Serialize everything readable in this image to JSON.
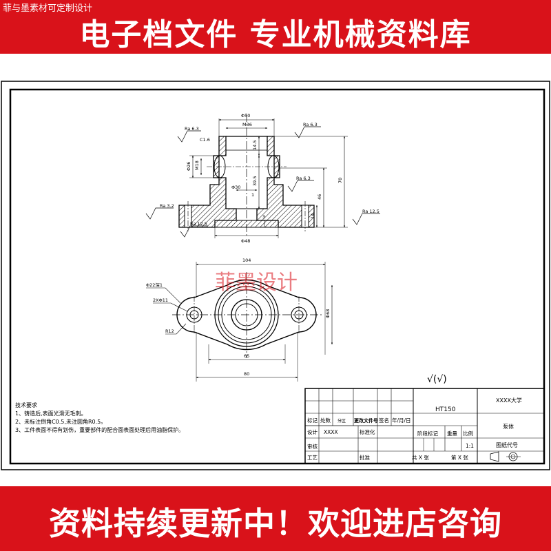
{
  "top_banner": {
    "watermark": "菲与墨素材可定制设计",
    "title": "电子档文件  专业机械资料库"
  },
  "bottom_banner": {
    "title": "资料持续更新中！欢迎进店咨询"
  },
  "drawing": {
    "overlay_watermark": "菲墨设计",
    "roughness_symbol": "√(√)",
    "section_view": {
      "dims": {
        "phi50": "Φ50",
        "m36": "M36",
        "c16": "C1.6",
        "d145": "14.5",
        "phi26": "Φ26",
        "m18": "M18",
        "phi30": "Φ30",
        "d395": "39.5",
        "d1": "1",
        "d70": "70",
        "d46": "46",
        "d14": "14",
        "d3": "3",
        "phi48": "Φ48"
      },
      "roughness": {
        "ra63_left": "Ra 6.3",
        "ra63_right": "Ra 6.3",
        "ra63_mid": "Ra 6.3",
        "ra32": "Ra 3.2",
        "ra125_left": "Ra 12.5",
        "ra125_right": "Ra 12.5"
      }
    },
    "top_view": {
      "dims": {
        "d104": "104",
        "phi22": "Φ22深1",
        "holes": "2XΦ11",
        "r12": "R12",
        "phi68": "Φ68",
        "d65": "65",
        "d80": "80"
      }
    },
    "tech_requirements": {
      "title": "技术要求",
      "items": [
        "1、铸造后,表面光滑无毛刺。",
        "2、未标注倒角C0.5,未注圆角R0.5。",
        "3、工件表面不得有划伤，重要部件的配合面表面处理后用油脂保护。"
      ]
    },
    "title_block": {
      "material": "HT150",
      "school": "XXXX大学",
      "part_name": "泵体",
      "drawing_no": "图纸代号",
      "scale_value": "1:1",
      "header_row": [
        "标记",
        "处数",
        "分区",
        "更改文件号",
        "签名",
        "年/月/日"
      ],
      "design": "设计",
      "designer": "XXXX",
      "standardize": "标准化",
      "stage_mark": "阶段标记",
      "weight": "重量",
      "scale": "比例",
      "review": "审核",
      "process": "工艺",
      "approve": "批准",
      "sheets_total": "共 X 张",
      "sheet_no": "第 X 张"
    }
  }
}
